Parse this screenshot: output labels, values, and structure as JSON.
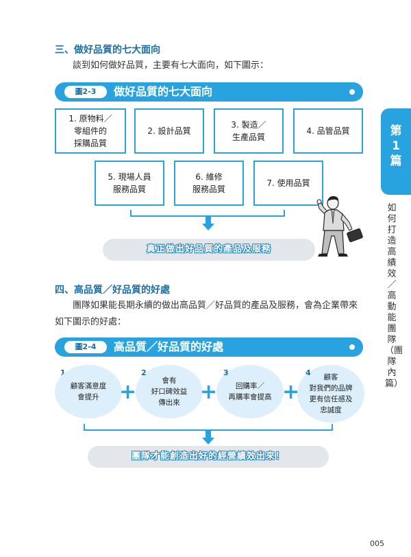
{
  "section3": {
    "heading": "三、做好品質的七大面向",
    "paragraph": "談到如何做好品質，主要有七大面向，如下圖示："
  },
  "figure23": {
    "label": "圖2-3",
    "title": "做好品質的七大面向",
    "boxes": [
      "1. 原物料／\n零組件的\n採購品質",
      "2. 設計品質",
      "3. 製造／\n生產品質",
      "4. 品管品質",
      "5. 現場人員\n服務品質",
      "6. 維修\n服務品質",
      "7. 使用品質"
    ],
    "result": "真正做出好品質的產品及服務"
  },
  "section4": {
    "heading": "四、高品質／好品質的好處",
    "paragraph": "團隊如果能長期永續的做出高品質／好品質的產品及服務，會為企業帶來如下圖示的好處："
  },
  "figure24": {
    "label": "圖2-4",
    "title": "高品質／好品質的好處",
    "items": [
      {
        "num": "1",
        "text": "顧客滿意度\n會提升"
      },
      {
        "num": "2",
        "text": "會有\n好口碑效益\n傳出來"
      },
      {
        "num": "3",
        "text": "回購率／\n再購率會提高"
      },
      {
        "num": "4",
        "text": "顧客\n對我們的品牌\n更有信任感及\n忠誠度"
      }
    ],
    "plus": "+",
    "result": "團隊才能創造出好的經營績效出來！"
  },
  "chapter": {
    "tab": "第\n1\n篇",
    "vertical_title": "如何打造高績效／高動能團隊（團隊內篇）"
  },
  "page_number": "005",
  "colors": {
    "accent": "#29a3e0",
    "heading": "#1a6fa6",
    "circle_fill": "#dceffa",
    "pill_fill": "#e3e7eb"
  },
  "icons": {
    "illustration": "businessman-with-briefcase-icon"
  }
}
